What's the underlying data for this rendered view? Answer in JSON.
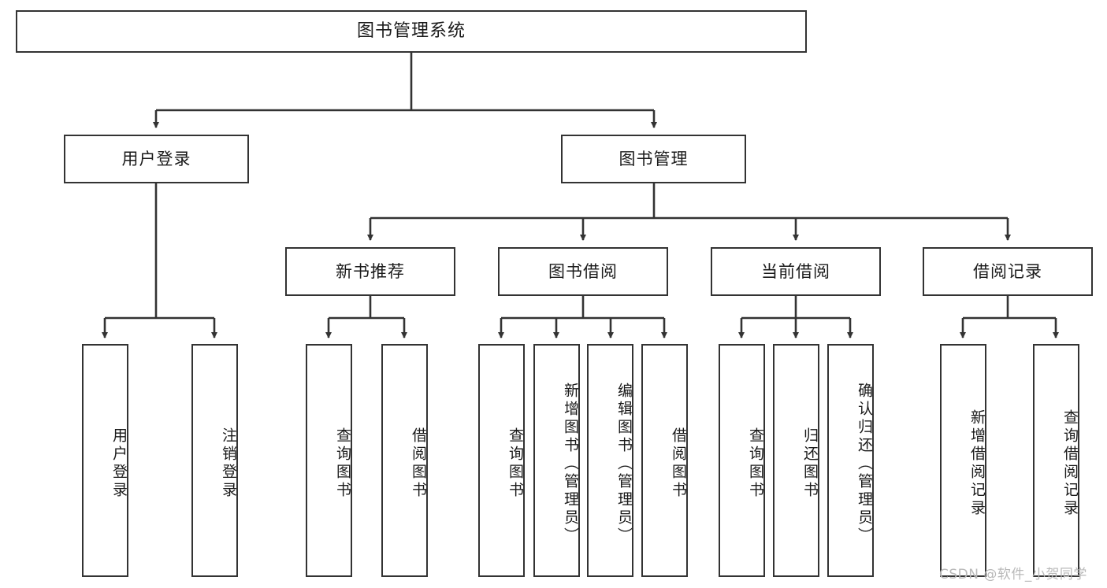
{
  "diagram": {
    "title": "图书管理系统",
    "type": "tree-hierarchy",
    "root": {
      "label": "图书管理系统"
    },
    "level2": [
      {
        "label": "用户登录"
      },
      {
        "label": "图书管理"
      }
    ],
    "level3": [
      {
        "label": "新书推荐"
      },
      {
        "label": "图书借阅"
      },
      {
        "label": "当前借阅"
      },
      {
        "label": "借阅记录"
      }
    ],
    "leaves": {
      "user_login": [
        {
          "label": "用户登录"
        },
        {
          "label": "注销登录"
        }
      ],
      "new_book_recommend": [
        {
          "label": "查询图书"
        },
        {
          "label": "借阅图书"
        }
      ],
      "book_borrow": [
        {
          "label": "查询图书"
        },
        {
          "label": "新增图书（管理员）"
        },
        {
          "label": "编辑图书（管理员）"
        },
        {
          "label": "借阅图书"
        }
      ],
      "current_borrow": [
        {
          "label": "查询图书"
        },
        {
          "label": "归还图书"
        },
        {
          "label": "确认归还（管理员）"
        }
      ],
      "borrow_record": [
        {
          "label": "新增借阅记录"
        },
        {
          "label": "查询借阅记录"
        }
      ]
    }
  },
  "watermark": {
    "text": "CSDN @软件_小贺同学"
  },
  "colors": {
    "stroke": "#333333",
    "text": "#1a1a1a",
    "background": "#ffffff",
    "watermark": "#b9b9b9"
  }
}
